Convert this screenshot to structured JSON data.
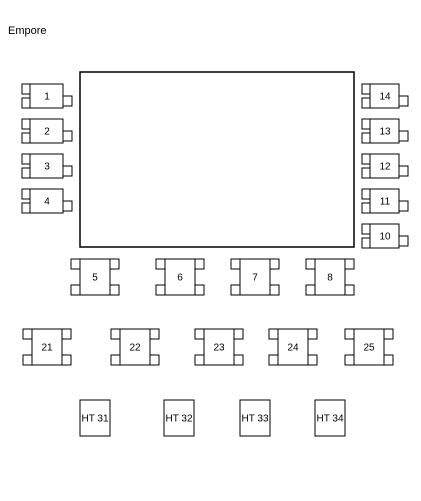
{
  "title": "Empore",
  "colors": {
    "stroke": "#000000",
    "fill": "#ffffff"
  },
  "left_seats": [
    "1",
    "2",
    "3",
    "4"
  ],
  "right_seats": [
    "14",
    "13",
    "12",
    "11",
    "10"
  ],
  "middle_seats": [
    "5",
    "6",
    "7",
    "8"
  ],
  "row_seats": [
    "21",
    "22",
    "23",
    "24",
    "25"
  ],
  "ht_tables": [
    "HT 31",
    "HT 32",
    "HT 33",
    "HT 34"
  ]
}
